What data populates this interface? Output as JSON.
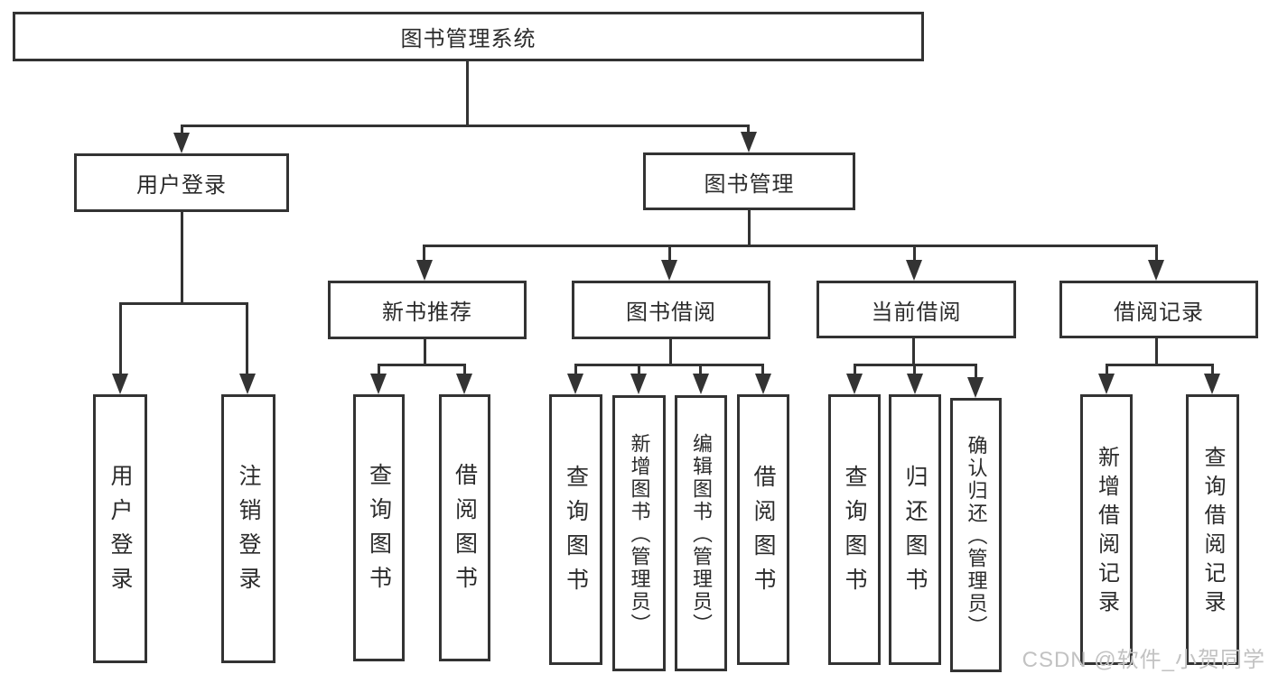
{
  "colors": {
    "line": "#333333",
    "text": "#2b2b2b",
    "watermark": "#c2c2c2",
    "background": "#ffffff"
  },
  "root": {
    "label": "图书管理系统"
  },
  "branches": {
    "user_login": {
      "label": "用户登录",
      "children": {
        "login": "用户登录",
        "logout": "注销登录"
      }
    },
    "book_management": {
      "label": "图书管理",
      "children": {
        "new_book_recommend": {
          "label": "新书推荐",
          "children": {
            "query_book": "查询图书",
            "borrow_book": "借阅图书"
          }
        },
        "book_borrow": {
          "label": "图书借阅",
          "children": {
            "query_book": "查询图书",
            "add_book": "新增图书（管理员）",
            "edit_book": "编辑图书（管理员）",
            "borrow_book": "借阅图书"
          }
        },
        "current_borrow": {
          "label": "当前借阅",
          "children": {
            "query_book": "查询图书",
            "return_book": "归还图书",
            "confirm_return": "确认归还（管理员）"
          }
        },
        "borrow_record": {
          "label": "借阅记录",
          "children": {
            "add_record": "新增借阅记录",
            "query_record": "查询借阅记录"
          }
        }
      }
    }
  },
  "watermark": "CSDN @软件_小贺同学"
}
